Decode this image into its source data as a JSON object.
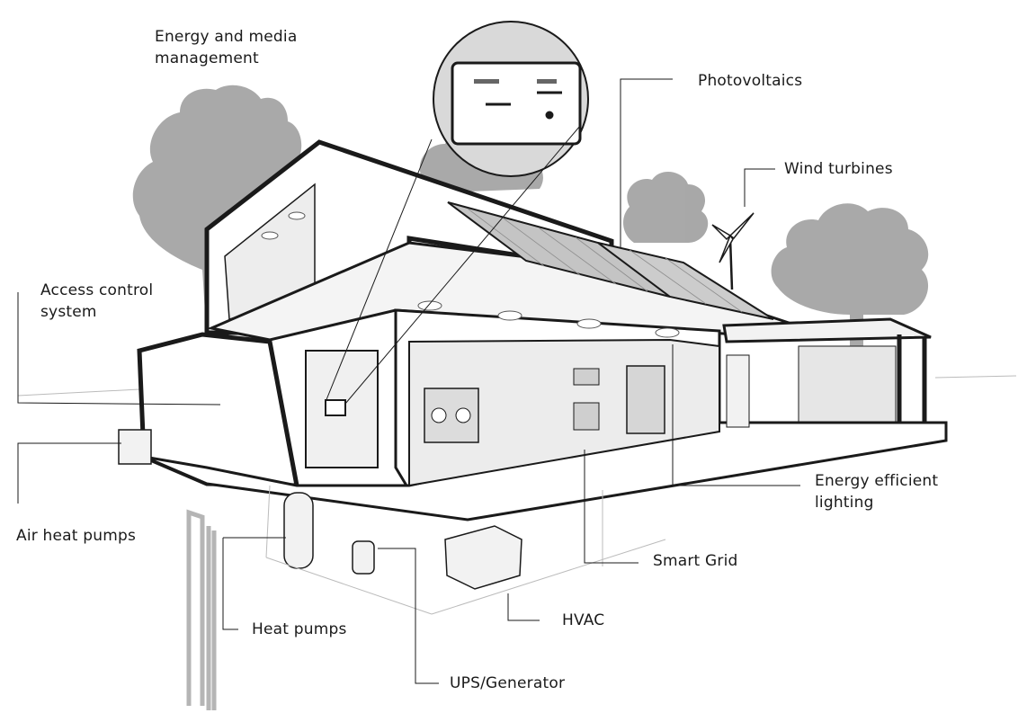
{
  "callouts": {
    "energy_media": [
      "Energy and media",
      "management"
    ],
    "photovoltaics": "Photovoltaics",
    "wind_turbines": "Wind turbines",
    "access_control": [
      "Access control",
      " system"
    ],
    "energy_lighting": [
      "Energy efficient",
      " lighting"
    ],
    "smart_grid": "Smart Grid",
    "air_heat_pumps": "Air heat pumps",
    "hvac": "HVAC",
    "heat_pumps": "Heat pumps",
    "ups_generator": "UPS/Generator"
  },
  "colors": {
    "ink": "#1a1a1a",
    "tree": "#8c8c8c",
    "wall_shade": "#e6e6e6",
    "panel": "#bdbdbd"
  }
}
